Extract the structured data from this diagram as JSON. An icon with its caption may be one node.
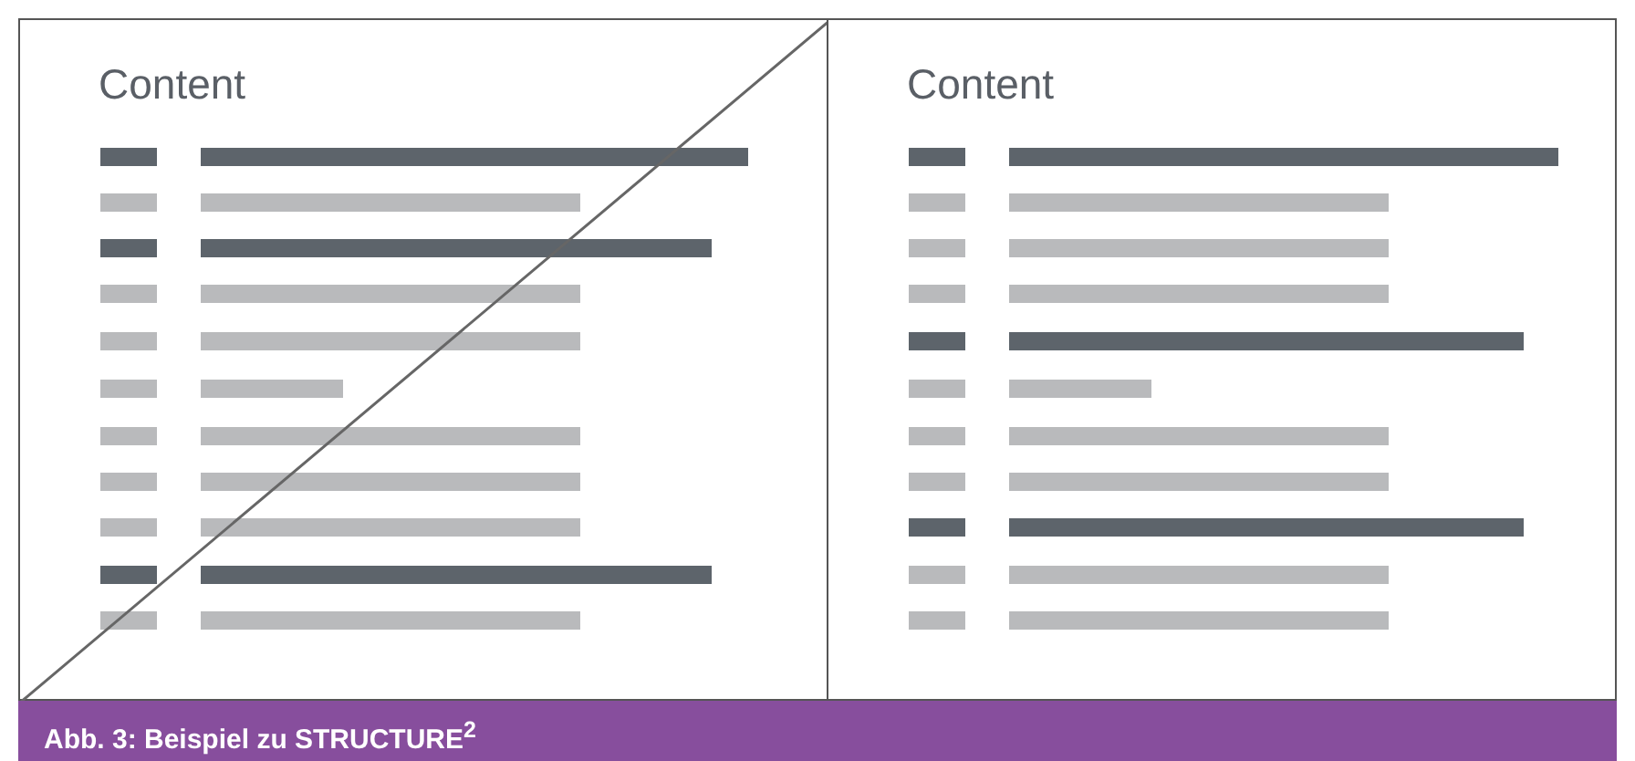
{
  "diagram": {
    "caption": "Abb. 3: Beispiel zu STRUCTURE$^{2}$",
    "nodes": [
      {
        "text": [
          "Content"
        ]
      },
      {
        "text": [
          "Content"
        ]
      }
    ]
  }
}
